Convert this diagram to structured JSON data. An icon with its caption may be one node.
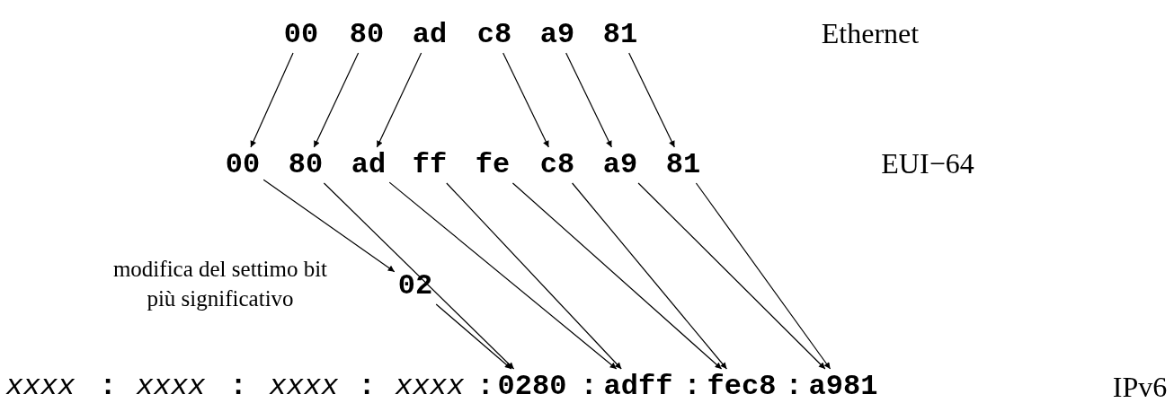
{
  "diagram": {
    "nodes": [
      {
        "text": [
          "00"
        ]
      },
      {
        "text": [
          "80"
        ]
      },
      {
        "text": [
          "ad"
        ]
      },
      {
        "text": [
          "c8"
        ]
      },
      {
        "text": [
          "a9"
        ]
      },
      {
        "text": [
          "81"
        ]
      },
      {
        "text": [
          "00"
        ]
      },
      {
        "text": [
          "80"
        ]
      },
      {
        "text": [
          "ad"
        ]
      },
      {
        "text": [
          "ff"
        ]
      },
      {
        "text": [
          "fe"
        ]
      },
      {
        "text": [
          "c8"
        ]
      },
      {
        "text": [
          "a9"
        ]
      },
      {
        "text": [
          "81"
        ]
      },
      {
        "text": [
          "02"
        ]
      },
      {
        "text": [
          "xxxx"
        ]
      },
      {
        "text": [
          "xxxx"
        ]
      },
      {
        "text": [
          "xxxx"
        ]
      },
      {
        "text": [
          "xxxx"
        ]
      },
      {
        "text": [
          "0280"
        ]
      },
      {
        "text": [
          "adff"
        ]
      },
      {
        "text": [
          "fec8"
        ]
      },
      {
        "text": [
          "a981"
        ]
      }
    ],
    "edges": [
      {
        "from": 0,
        "to": 6,
        "arrow": "to"
      },
      {
        "from": 1,
        "to": 7,
        "arrow": "to"
      },
      {
        "from": 2,
        "to": 8,
        "arrow": "to"
      },
      {
        "from": 3,
        "to": 11,
        "arrow": "to"
      },
      {
        "from": 4,
        "to": 12,
        "arrow": "to"
      },
      {
        "from": 5,
        "to": 13,
        "arrow": "to"
      },
      {
        "from": 6,
        "to": 14,
        "arrow": "to"
      },
      {
        "from": 14,
        "to": 19,
        "arrow": "to"
      },
      {
        "from": 7,
        "to": 19,
        "arrow": "to"
      },
      {
        "from": 8,
        "to": 20,
        "arrow": "to"
      },
      {
        "from": 9,
        "to": 20,
        "arrow": "to"
      },
      {
        "from": 10,
        "to": 21,
        "arrow": "to"
      },
      {
        "from": 11,
        "to": 21,
        "arrow": "to"
      },
      {
        "from": 12,
        "to": 22,
        "arrow": "to"
      },
      {
        "from": 13,
        "to": 22,
        "arrow": "to"
      }
    ],
    "labels": [
      "Ethernet",
      "EUI−64",
      "modifica del settimo bit più significativo",
      ":",
      ":",
      ":",
      ":",
      ":",
      ":",
      ":",
      "IPv6"
    ]
  }
}
